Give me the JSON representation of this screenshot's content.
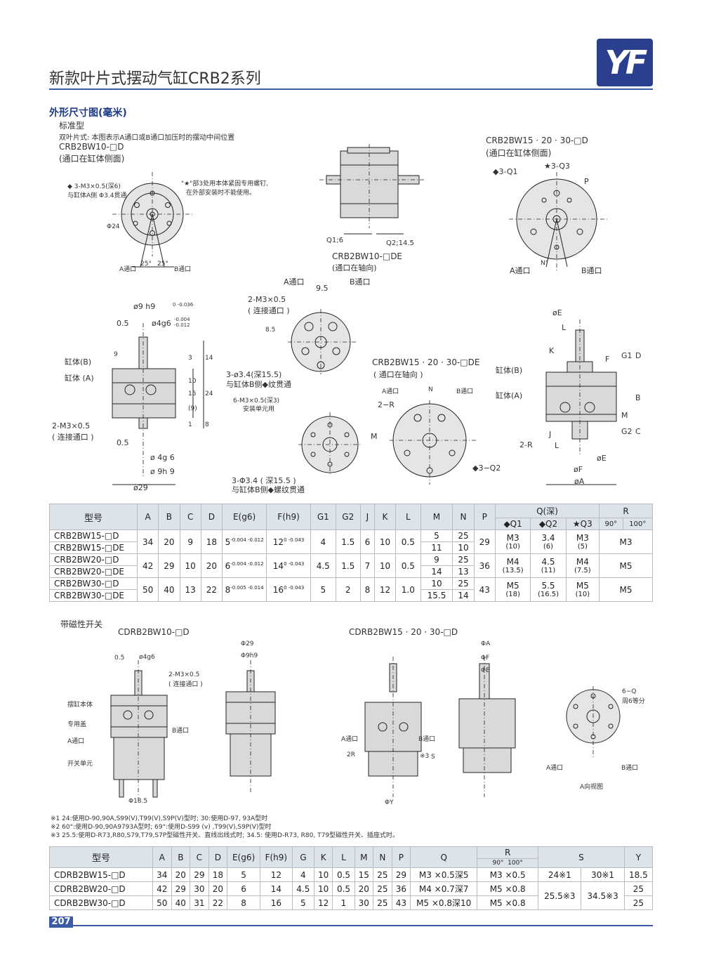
{
  "header": {
    "title": "新款叶片式摆动气缸CRB2系列",
    "logo_text": "YF"
  },
  "section": {
    "heading": "外形尺寸图(毫米)",
    "sub1": "标准型",
    "sub2": "双叶片式: 本图表示A通口或B通口加压时的摆动中间位置",
    "model_a": "CRB2BW10-□D",
    "model_a_note": "(通口在缸体侧面)",
    "model_b": "CRB2BW15 · 20 · 30-□D",
    "model_b_note": "(通口在缸体侧面)",
    "model_c": "CRB2BW10-□DE",
    "model_c_note": "(通口在轴向)",
    "model_d": "CRB2BW15 · 20 · 30-□DE",
    "model_d_note": "( 通口在轴向 )"
  },
  "labels": {
    "m3_note": "◆ 3-M3×0.5(深6)",
    "m3_note2": "与缸体A侧 Φ3.4贯通",
    "star_note": "\"★\"部3处用本体紧固专用螺钉,",
    "star_note2": "在外部安装时不能使用。",
    "phi24": "Φ24",
    "a_port": "A通口",
    "b_port": "B通口",
    "deg25a": "25°",
    "deg25b": "25°",
    "q1_6": "Q1;6",
    "q2_14": "Q2;14.5",
    "q1_3": "◆3-Q1",
    "q3_3": "★3-Q3",
    "p_lbl": "P",
    "n_deg": "N°",
    "a_port_b": "A通口",
    "b_port_b": "B通口",
    "phi9": "ø9  h9",
    "tol_h9": "0 -0.036",
    "half05": "0.5",
    "phi4g6": "ø4g6",
    "tol_g6": "-0.004 -0.012",
    "cyl_b": "缸体(B)",
    "cyl_a": "缸体 (A)",
    "m3_2": "2-M3×0.5",
    "conn_port": "( 连接通口 )",
    "dim9": "9",
    "dim3": "3",
    "dim14": "14",
    "dim10": "10",
    "dim15": "15",
    "dim24": "24",
    "dim9p": "(9)",
    "dim1": "1",
    "dim8": "8",
    "phi4g": "ø 4g  6",
    "phi9h": "ø 9h  9",
    "phi29": "ø29",
    "a_port_c": "A通口",
    "b_port_c": "B通口",
    "dim95": "9.5",
    "m3x05": "2-M3×0.5",
    "conn_port2": "( 连接通口 )",
    "dim85": "8.5",
    "hole34": "3-ø3.4(深15.5)",
    "hole34b": "与缸体B侧◆纹贯通",
    "m3x05_6": "6-M3×0.5(深3)",
    "mount_unit": "安装单元用",
    "hole34c": "3-Φ3.4 ( 深15.5 )",
    "hole34d": "与缸体B侧◆螺纹贯通",
    "a_port_d": "A通口",
    "n_lbl": "N",
    "b_port_d": "B通口",
    "r2": "2−R",
    "m_lbl": "M",
    "q2_3": "◆3−Q2",
    "phiE": "øE",
    "l_lbl": "L",
    "k_lbl": "K",
    "f_lbl": "F",
    "g1_lbl": "G1",
    "d_lbl": "D",
    "cyl_b2": "缸体(B)",
    "cyl_a2": "缸体(A)",
    "b_lbl": "B",
    "m_lbl2": "M",
    "g2_lbl": "G2",
    "c_lbl": "C",
    "j_lbl": "J",
    "r2b": "2-R",
    "l_lbl2": "L",
    "phiF": "øF",
    "phiE2": "øE",
    "phiA": "øA",
    "mag_title": "带磁性开关",
    "mag_model_a": "CDRB2BW10-□D",
    "mag_model_b": "CDRB2BW15 · 20 · 30-□D",
    "swing_body": "摆缸本体",
    "special_cover": "专用盖",
    "a_port_e": "A通口",
    "switch_unit": "开关单元",
    "b_port_e": "B通口",
    "phi185": "Φ18.5",
    "phi29b": "Φ29",
    "phi9h9b": "Φ9h9",
    "a_view": "A向视图",
    "q6": "6−Q",
    "q6b": "周6等分",
    "a_port_f": "A通口",
    "b_port_f": "B通口",
    "a_port_g": "A通口",
    "b_port_g": "B通口",
    "r2c": "2R",
    "phiY": "ΦY",
    "phiA2": "ΦA",
    "phiF2": "ΦF",
    "phiE3": "ΦE",
    "s_lbl": "S",
    "mark3": "※3"
  },
  "table1": {
    "headers": [
      "型号",
      "A",
      "B",
      "C",
      "D",
      "E(g6)",
      "F(h9)",
      "G1",
      "G2",
      "J",
      "K",
      "L",
      "M",
      "N",
      "P",
      "Q(深)",
      "R"
    ],
    "q_sub": [
      "◆Q1",
      "◆Q2",
      "★Q3"
    ],
    "r_sub": [
      "90°",
      "100°"
    ],
    "rows": [
      {
        "m1": "CRB2BW15-□D",
        "m2": "CRB2BW15-□DE",
        "A": "34",
        "B": "20",
        "C": "9",
        "D": "18",
        "E": "5",
        "Etol": "-0.004 -0.012",
        "F": "12",
        "Ftol": "0 -0.043",
        "G1": "4",
        "G2": "1.5",
        "J": "6",
        "K": "10",
        "L": "0.5",
        "M1": "5",
        "M2": "11",
        "N1": "25",
        "N2": "10",
        "P": "29",
        "Q1": "M3",
        "Q1b": "(10)",
        "Q2": "3.4",
        "Q2b": "(6)",
        "Q3": "M3",
        "Q3b": "(5)",
        "R": "M3"
      },
      {
        "m1": "CRB2BW20-□D",
        "m2": "CRB2BW20-□DE",
        "A": "42",
        "B": "29",
        "C": "10",
        "D": "20",
        "E": "6",
        "Etol": "-0.004 -0.012",
        "F": "14",
        "Ftol": "0 -0.043",
        "G1": "4.5",
        "G2": "1.5",
        "J": "7",
        "K": "10",
        "L": "0.5",
        "M1": "9",
        "M2": "14",
        "N1": "25",
        "N2": "13",
        "P": "36",
        "Q1": "M4",
        "Q1b": "(13.5)",
        "Q2": "4.5",
        "Q2b": "(11)",
        "Q3": "M4",
        "Q3b": "(7.5)",
        "R": "M5"
      },
      {
        "m1": "CRB2BW30-□D",
        "m2": "CRB2BW30-□DE",
        "A": "50",
        "B": "40",
        "C": "13",
        "D": "22",
        "E": "8",
        "Etol": "-0.005 -0.014",
        "F": "16",
        "Ftol": "0 -0.043",
        "G1": "5",
        "G2": "2",
        "J": "8",
        "K": "12",
        "L": "1.0",
        "M1": "10",
        "M2": "15.5",
        "N1": "25",
        "N2": "14",
        "P": "43",
        "Q1": "M5",
        "Q1b": "(18)",
        "Q2": "5.5",
        "Q2b": "(16.5)",
        "Q3": "M5",
        "Q3b": "(10)",
        "R": "M5"
      }
    ]
  },
  "notes": {
    "n1": "※1 24:使用D-90,90A,S99(V),T99(V),S9P(V)型时; 30:使用D-97, 93A型时",
    "n2": "※2 60°:使用D-90,90A9793A型时; 69°:使用D-S99 (v) ,T99(V),S9P(V)型时",
    "n3": "※3 25.5:使用D-R73,R80,S79,T79,S7P型磁性开关、直线出线式时; 34.5: 使用D-R73, R80, T79型磁性开关、插座式时。"
  },
  "table2": {
    "headers": [
      "型号",
      "A",
      "B",
      "C",
      "D",
      "E(g6)",
      "F(h9)",
      "G",
      "K",
      "L",
      "M",
      "N",
      "P",
      "Q",
      "R",
      "S",
      "Y"
    ],
    "r_sub": [
      "90°",
      "100°"
    ],
    "rows": [
      {
        "model": "CDRB2BW15-□D",
        "A": "34",
        "B": "20",
        "C": "29",
        "D": "18",
        "E": "5",
        "F": "12",
        "G": "4",
        "K": "10",
        "L": "0.5",
        "M": "15",
        "N": "25",
        "P": "29",
        "Q": "M3 ×0.5深5",
        "R": "M3 ×0.5",
        "S1": "24※1",
        "S2": "30※1",
        "Y": "18.5"
      },
      {
        "model": "CDRB2BW20-□D",
        "A": "42",
        "B": "29",
        "C": "30",
        "D": "20",
        "E": "6",
        "F": "14",
        "G": "4.5",
        "K": "10",
        "L": "0.5",
        "M": "20",
        "N": "25",
        "P": "36",
        "Q": "M4 ×0.7深7",
        "R": "M5 ×0.8",
        "Y": "25"
      },
      {
        "model": "CDRB2BW30-□D",
        "A": "50",
        "B": "40",
        "C": "31",
        "D": "22",
        "E": "8",
        "F": "16",
        "G": "5",
        "K": "12",
        "L": "1",
        "M": "30",
        "N": "25",
        "P": "43",
        "Q": "M5 ×0.8深10",
        "R": "M5 ×0.8",
        "S3": "25.5※3",
        "S4": "34.5※3",
        "Y": "25"
      }
    ]
  },
  "page": {
    "number": "207"
  }
}
